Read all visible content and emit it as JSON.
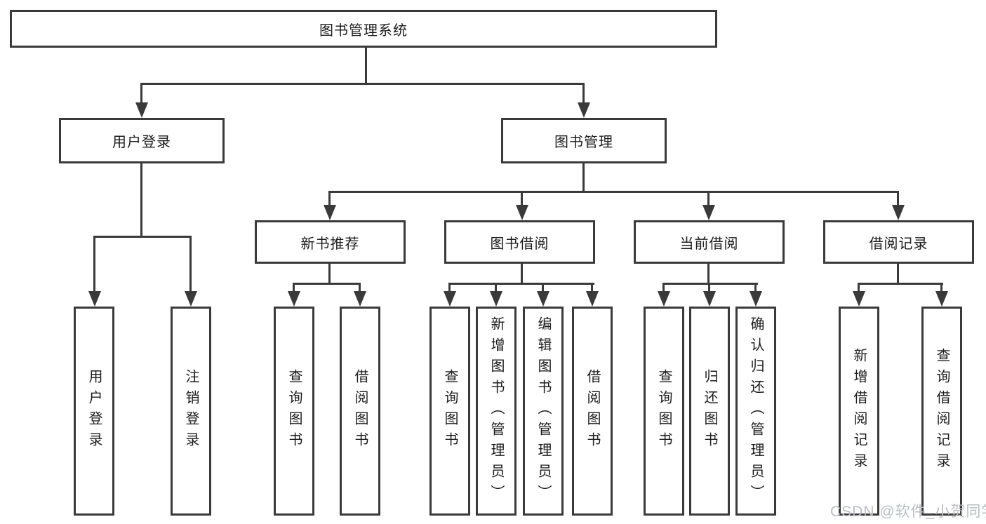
{
  "tree": {
    "root": "图书管理系统",
    "level2": [
      "用户登录",
      "图书管理"
    ],
    "level3": [
      "新书推荐",
      "图书借阅",
      "当前借阅",
      "借阅记录"
    ],
    "leaves": {
      "user_login": [
        "用户登录",
        "注销登录"
      ],
      "new_book": [
        "查询图书",
        "借阅图书"
      ],
      "book_borrow": [
        "查询图书",
        "新增图书（管理员）",
        "编辑图书（管理员）",
        "借阅图书"
      ],
      "current_borrow": [
        "查询图书",
        "归还图书",
        "确认归还（管理员）"
      ],
      "borrow_records": [
        "新增借阅记录",
        "查询借阅记录"
      ]
    }
  },
  "watermark": "CSDN @软件_小贺同学",
  "colors": {
    "line": "#3a3a3a",
    "text": "#1c1c1c",
    "watermark": "#b9bdc4",
    "background": "#ffffff"
  }
}
